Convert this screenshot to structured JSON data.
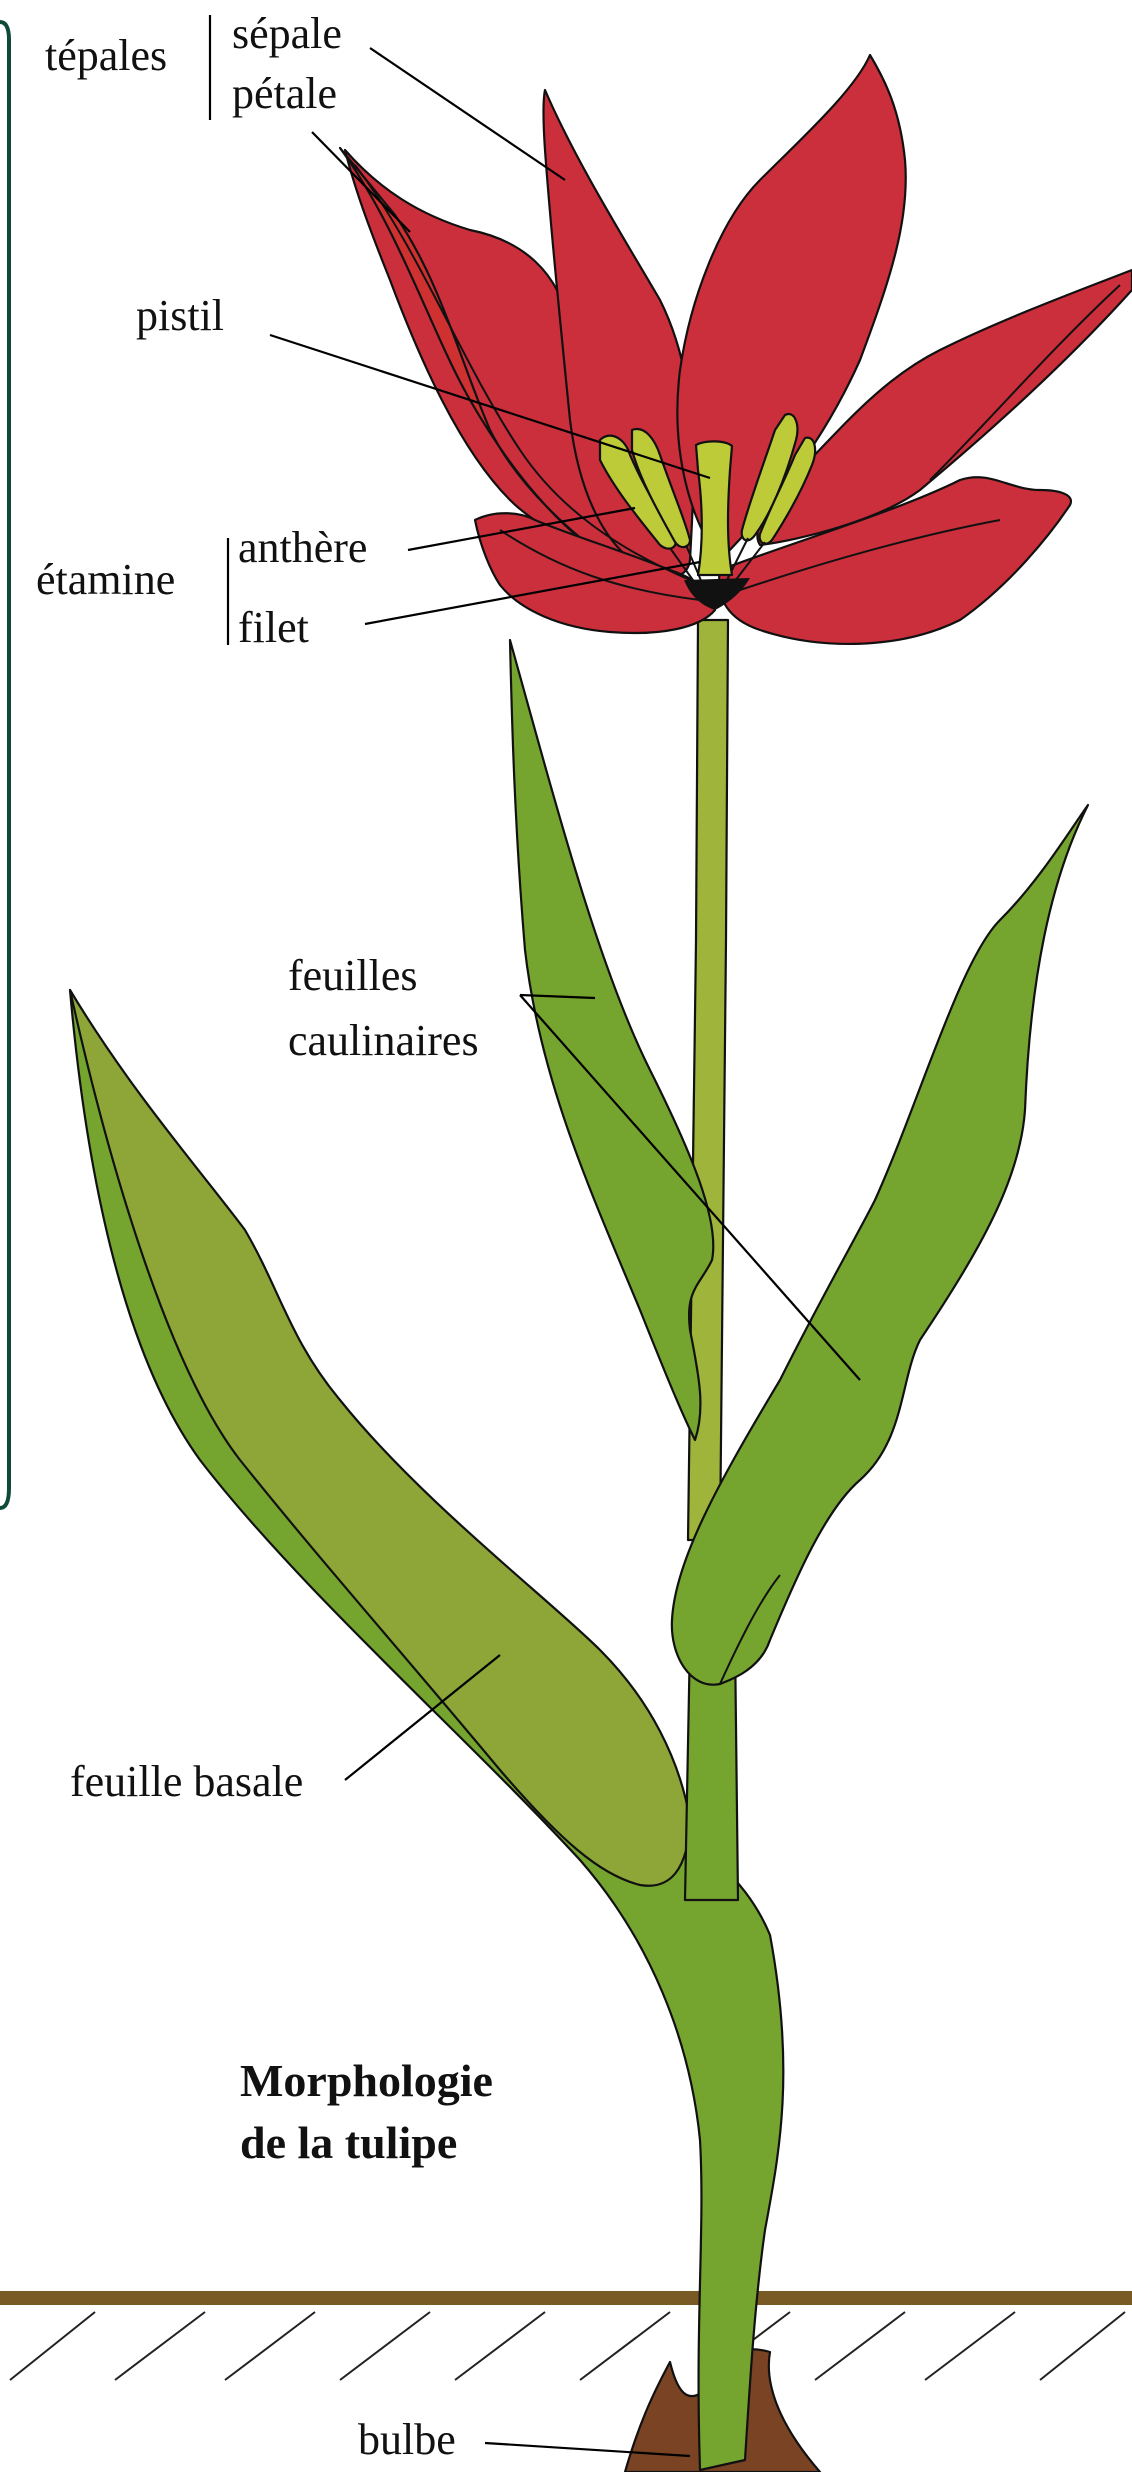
{
  "labels": {
    "tepales": "tépales",
    "sepale": "sépale",
    "petale": "pétale",
    "pistil": "pistil",
    "etamine": "étamine",
    "anthere": "anthère",
    "filet": "filet",
    "feuilles_caulinaires_1": "feuilles",
    "feuilles_caulinaires_2": "caulinaires",
    "feuille_basale": "feuille basale",
    "bulbe": "bulbe"
  },
  "title": {
    "line1": "Morphologie",
    "line2": "de la tulipe"
  },
  "colors": {
    "petal_red": "#cc2f3c",
    "leaf_green": "#76a52f",
    "basal_leaf": "#8ea637",
    "stem": "#9fb43a",
    "stamen_yellow": "#bdcb39",
    "soil": "#7a5a24",
    "bulb": "#7a4424",
    "frame": "#0d4a3a"
  }
}
